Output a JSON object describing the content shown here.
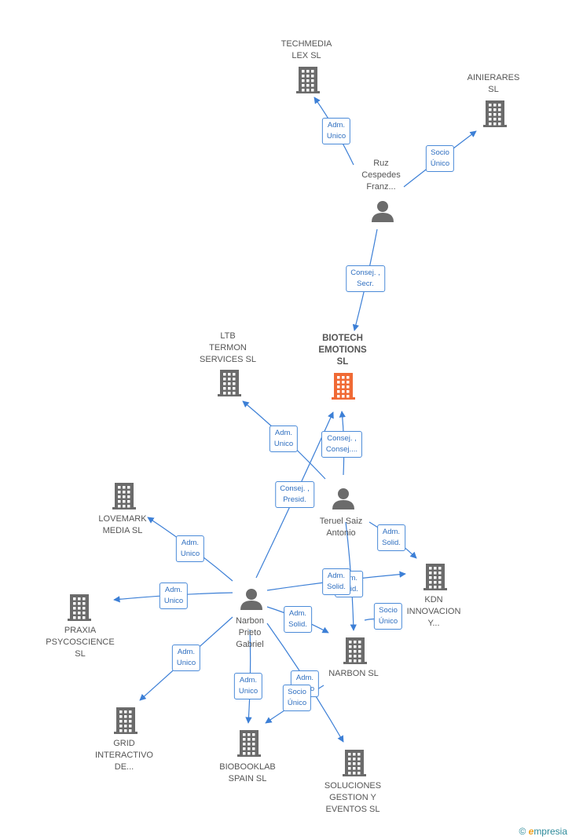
{
  "colors": {
    "edge": "#3c7fd6",
    "building": "#6b6b6b",
    "center_building": "#f06a35",
    "person": "#6b6b6b"
  },
  "nodes": [
    {
      "id": "techmedia",
      "type": "company",
      "icon": "building-icon",
      "label_lines": [
        "TECHMEDIA",
        "LEX SL"
      ]
    },
    {
      "id": "ainierares",
      "type": "company",
      "icon": "building-icon",
      "label_lines": [
        "AINIERARES",
        "SL"
      ]
    },
    {
      "id": "ruz",
      "type": "person",
      "icon": "person-icon",
      "label_lines": [
        "Ruz",
        "Cespedes",
        "Franz..."
      ]
    },
    {
      "id": "ltb",
      "type": "company",
      "icon": "building-icon",
      "label_lines": [
        "LTB",
        "TERMON",
        "SERVICES SL"
      ]
    },
    {
      "id": "biotech",
      "type": "company",
      "icon": "building-icon",
      "center": true,
      "label_lines": [
        "BIOTECH",
        "EMOTIONS",
        "SL"
      ]
    },
    {
      "id": "teruel",
      "type": "person",
      "icon": "person-icon",
      "label_lines": [
        "Teruel Saiz",
        "Antonio"
      ]
    },
    {
      "id": "lovemark",
      "type": "company",
      "icon": "building-icon",
      "label_lines": [
        "LOVEMARK",
        "MEDIA  SL"
      ]
    },
    {
      "id": "kdn",
      "type": "company",
      "icon": "building-icon",
      "label_lines": [
        "KDN",
        "INNOVACION",
        "Y..."
      ]
    },
    {
      "id": "praxia",
      "type": "company",
      "icon": "building-icon",
      "label_lines": [
        "PRAXIA",
        "PSYCOSCIENCE",
        "SL"
      ]
    },
    {
      "id": "narbon_p",
      "type": "person",
      "icon": "person-icon",
      "label_lines": [
        "Narbon",
        "Prieto",
        "Gabriel"
      ]
    },
    {
      "id": "narbon_sl",
      "type": "company",
      "icon": "building-icon",
      "label_lines": [
        "NARBON SL"
      ]
    },
    {
      "id": "grid",
      "type": "company",
      "icon": "building-icon",
      "label_lines": [
        "GRID",
        "INTERACTIVO",
        "DE..."
      ]
    },
    {
      "id": "biobooklab",
      "type": "company",
      "icon": "building-icon",
      "label_lines": [
        "BIOBOOKLAB",
        "SPAIN  SL"
      ]
    },
    {
      "id": "soluciones",
      "type": "company",
      "icon": "building-icon",
      "label_lines": [
        "SOLUCIONES",
        "GESTION Y",
        "EVENTOS SL"
      ]
    }
  ],
  "edges": [
    {
      "from": "ruz",
      "to": "techmedia",
      "label_lines": [
        "Adm.",
        "Unico"
      ]
    },
    {
      "from": "ruz",
      "to": "ainierares",
      "label_lines": [
        "Socio",
        "Único"
      ]
    },
    {
      "from": "ruz",
      "to": "biotech",
      "label_lines": [
        "Consej. ,",
        "Secr."
      ]
    },
    {
      "from": "teruel",
      "to": "ltb",
      "label_lines": [
        "Adm.",
        "Unico"
      ]
    },
    {
      "from": "teruel",
      "to": "biotech",
      "label_lines": [
        "Consej. ,",
        "Consej...."
      ]
    },
    {
      "from": "narbon_p",
      "to": "biotech",
      "label_lines": [
        "Consej. ,",
        "Presid."
      ]
    },
    {
      "from": "teruel",
      "to": "kdn",
      "label_lines": [
        "Adm.",
        "Solid."
      ]
    },
    {
      "from": "teruel",
      "to": "narbon_sl",
      "label_lines": [
        "Adm.",
        "Solid."
      ]
    },
    {
      "from": "teruel",
      "to": "narbon_sl",
      "label_lines": [
        "Socio",
        "Único"
      ]
    },
    {
      "from": "narbon_p",
      "to": "lovemark",
      "label_lines": [
        "Adm.",
        "Unico"
      ]
    },
    {
      "from": "narbon_p",
      "to": "praxia",
      "label_lines": [
        "Adm.",
        "Unico"
      ]
    },
    {
      "from": "narbon_p",
      "to": "kdn",
      "label_lines": [
        "Adm.",
        "Solid."
      ]
    },
    {
      "from": "narbon_p",
      "to": "narbon_sl",
      "label_lines": [
        "Adm.",
        "Solid."
      ]
    },
    {
      "from": "narbon_p",
      "to": "grid",
      "label_lines": [
        "Adm.",
        "Unico"
      ]
    },
    {
      "from": "narbon_p",
      "to": "biobooklab",
      "label_lines": [
        "Adm.",
        "Unico"
      ]
    },
    {
      "from": "narbon_p",
      "to": "soluciones",
      "label_lines": [
        "Adm.",
        "Unico"
      ]
    },
    {
      "from": "narbon_sl",
      "to": "biobooklab",
      "label_lines": [
        "Socio",
        "Único"
      ]
    }
  ],
  "brand": {
    "copyright": "©",
    "name_first": "e",
    "name_rest": "mpresia"
  }
}
